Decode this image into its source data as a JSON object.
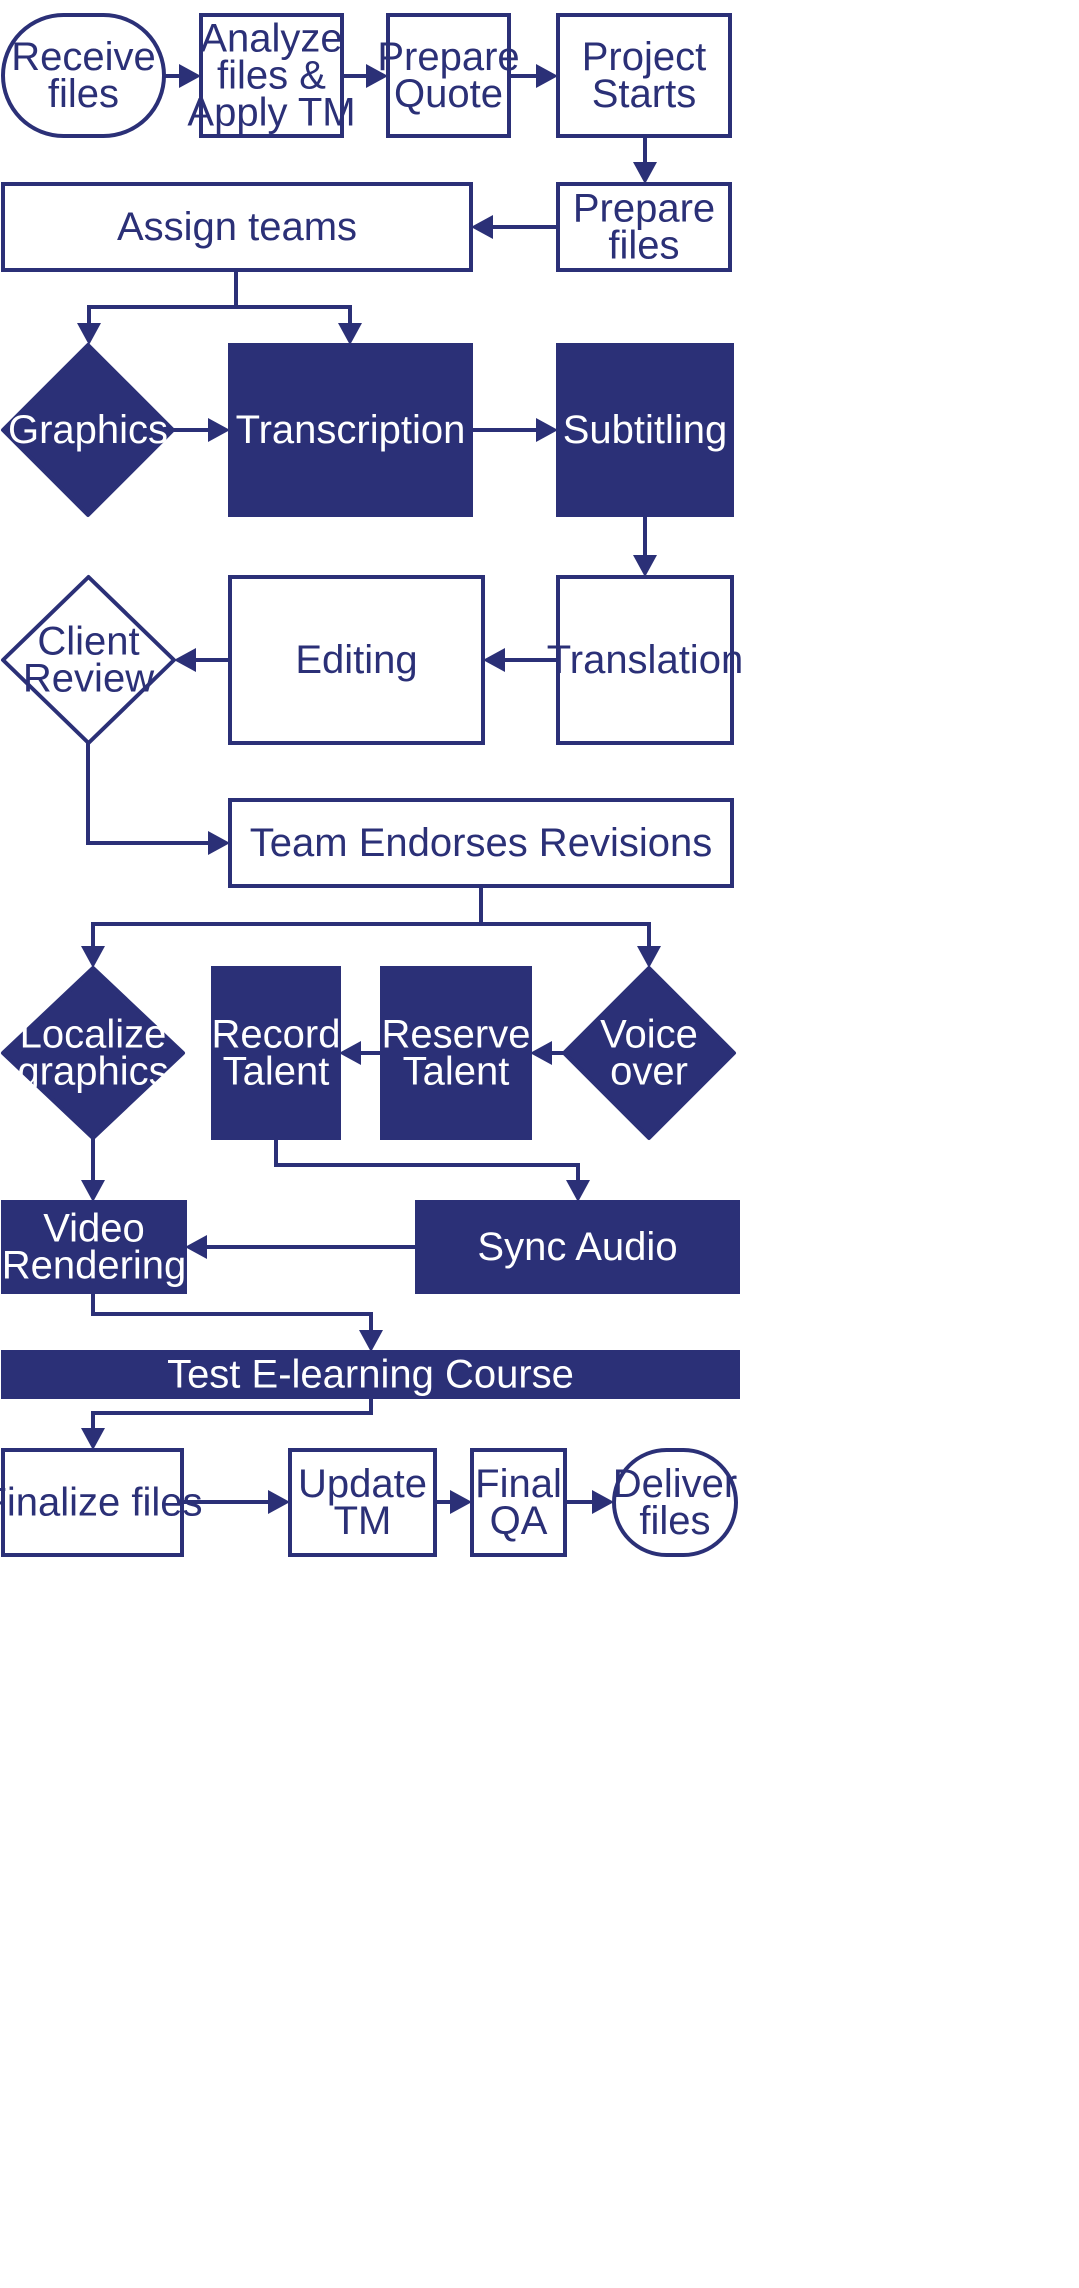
{
  "colors": {
    "navy": "#2b3077",
    "white": "#ffffff"
  },
  "nodes": {
    "receive_files": [
      "Receive",
      "files"
    ],
    "analyze_files": [
      "Analyze",
      "files &",
      "Apply TM"
    ],
    "prepare_quote": [
      "Prepare",
      "Quote"
    ],
    "project_starts": [
      "Project",
      "Starts"
    ],
    "prepare_files": [
      "Prepare",
      "files"
    ],
    "assign_teams": [
      "Assign teams"
    ],
    "graphics": [
      "Graphics"
    ],
    "transcription": [
      "Transcription"
    ],
    "subtitling": [
      "Subtitling"
    ],
    "translation": [
      "Translation"
    ],
    "editing": [
      "Editing"
    ],
    "client_review": [
      "Client",
      "Review"
    ],
    "team_endorses": [
      "Team Endorses Revisions"
    ],
    "localize_graphics": [
      "Localize",
      "graphics"
    ],
    "record_talent": [
      "Record",
      "Talent"
    ],
    "reserve_talent": [
      "Reserve",
      "Talent"
    ],
    "voice_over": [
      "Voice",
      "over"
    ],
    "video_rendering": [
      "Video",
      "Rendering"
    ],
    "sync_audio": [
      "Sync Audio"
    ],
    "test_course": [
      "Test E-learning Course"
    ],
    "finalize_files": [
      "Finalize files"
    ],
    "update_tm": [
      "Update",
      "TM"
    ],
    "final_qa": [
      "Final",
      "QA"
    ],
    "deliver_files": [
      "Deliver",
      "files"
    ]
  }
}
